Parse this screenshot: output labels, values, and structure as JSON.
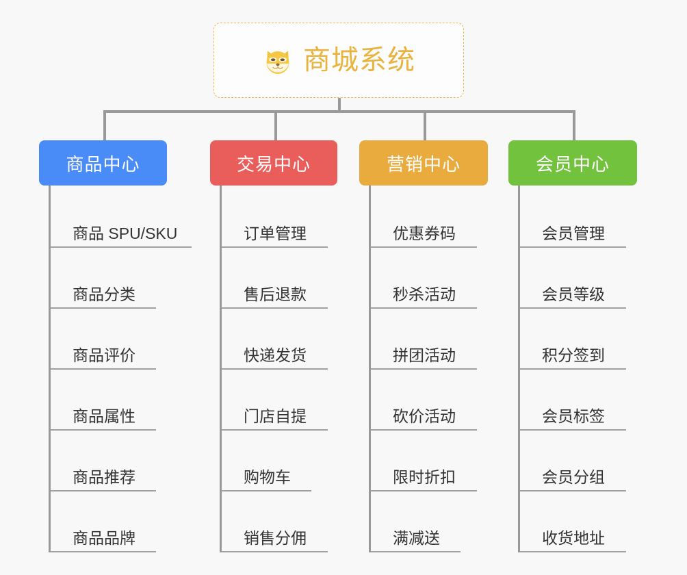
{
  "root": {
    "title": "商城系统",
    "icon": "shiba-dog-face-icon",
    "title_color": "#e8b33e",
    "border_color": "#e8b94e"
  },
  "connector_color": "#999999",
  "branches": [
    {
      "label": "商品中心",
      "color": "#4a8cf7",
      "items": [
        "商品 SPU/SKU",
        "商品分类",
        "商品评价",
        "商品属性",
        "商品推荐",
        "商品品牌"
      ]
    },
    {
      "label": "交易中心",
      "color": "#e95d5a",
      "items": [
        "订单管理",
        "售后退款",
        "快递发货",
        "门店自提",
        "购物车",
        "销售分佣"
      ]
    },
    {
      "label": "营销中心",
      "color": "#e9ab3e",
      "items": [
        "优惠券码",
        "秒杀活动",
        "拼团活动",
        "砍价活动",
        "限时折扣",
        "满减送"
      ]
    },
    {
      "label": "会员中心",
      "color": "#72c23e",
      "items": [
        "会员管理",
        "会员等级",
        "积分签到",
        "会员标签",
        "会员分组",
        "收货地址"
      ]
    }
  ]
}
